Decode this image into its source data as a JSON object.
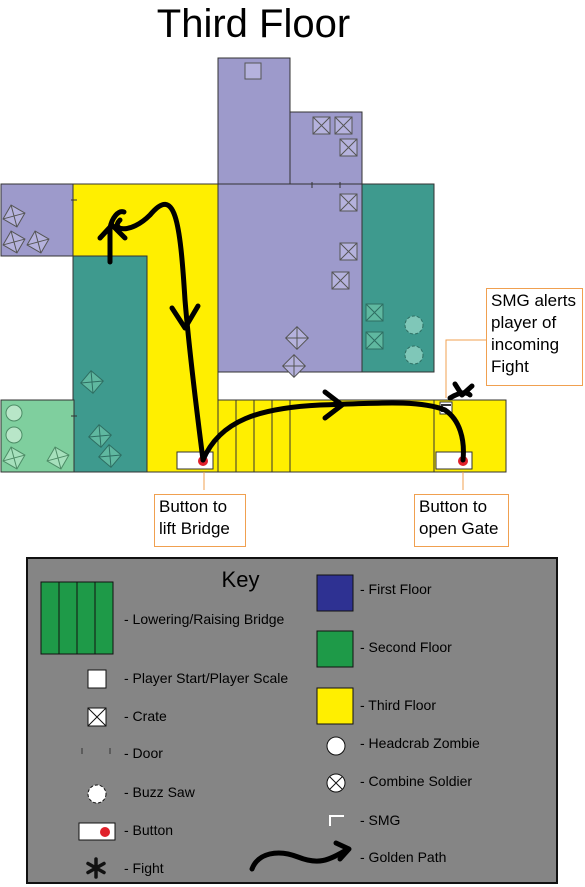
{
  "title": "Third Floor",
  "callouts": {
    "smg_alert": "SMG alerts player of incoming Fight",
    "lift_bridge": "Button to lift Bridge",
    "open_gate": "Button to open Gate"
  },
  "key": {
    "title": "Key",
    "items": {
      "bridge": "- Lowering/Raising Bridge",
      "player_start": "- Player Start/Player Scale",
      "crate": "- Crate",
      "door": "- Door",
      "buzz_saw": "- Buzz Saw",
      "button": "- Button",
      "fight": "- Fight",
      "first_floor": "- First Floor",
      "second_floor": "- Second Floor",
      "third_floor": "- Third Floor",
      "headcrab_zombie": "- Headcrab Zombie",
      "combine_soldier": "- Combine Soldier",
      "smg": "- SMG",
      "golden_path": "- Golden Path"
    }
  },
  "colors": {
    "first_floor": "#9d9acb",
    "second_floor": "#3e9a8e",
    "second_floor_light": "#7fcf9e",
    "third_floor": "#ffef00",
    "bridge": "#1e9a48",
    "key_first_floor": "#2e3192",
    "key_second_floor": "#1e9a48",
    "key_third_floor": "#ffef00",
    "key_background": "#858585",
    "button_dot": "#e0202a",
    "callout_border": "#f0a050"
  }
}
